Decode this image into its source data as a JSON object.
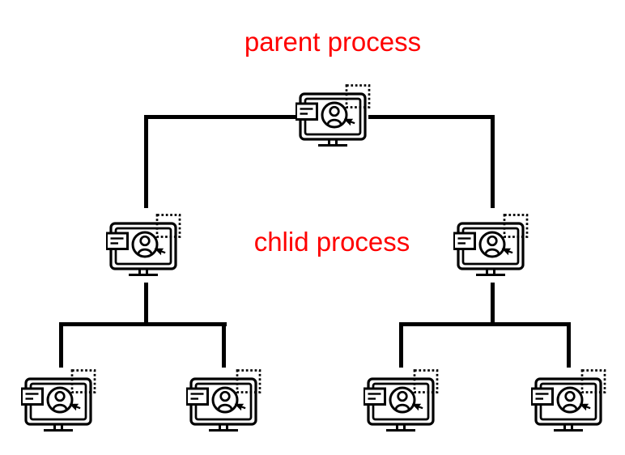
{
  "labels": {
    "parent": "parent process",
    "child": "chlid process",
    "label_color": "#ff0000"
  },
  "diagram": {
    "type": "process-tree",
    "line_color": "#000000",
    "icon_color": "#000000",
    "icon": "monitor-user-cursor-icon",
    "nodes": [
      {
        "id": "parent",
        "level": "parent",
        "icon": "monitor-user-cursor-icon"
      },
      {
        "id": "child-left",
        "level": "child",
        "icon": "monitor-user-cursor-icon"
      },
      {
        "id": "child-right",
        "level": "child",
        "icon": "monitor-user-cursor-icon"
      },
      {
        "id": "grandchild-1",
        "level": "grandchild",
        "icon": "monitor-user-cursor-icon"
      },
      {
        "id": "grandchild-2",
        "level": "grandchild",
        "icon": "monitor-user-cursor-icon"
      },
      {
        "id": "grandchild-3",
        "level": "grandchild",
        "icon": "monitor-user-cursor-icon"
      },
      {
        "id": "grandchild-4",
        "level": "grandchild",
        "icon": "monitor-user-cursor-icon"
      }
    ],
    "edges": [
      [
        "parent",
        "child-left"
      ],
      [
        "parent",
        "child-right"
      ],
      [
        "child-left",
        "grandchild-1"
      ],
      [
        "child-left",
        "grandchild-2"
      ],
      [
        "child-right",
        "grandchild-3"
      ],
      [
        "child-right",
        "grandchild-4"
      ]
    ]
  }
}
